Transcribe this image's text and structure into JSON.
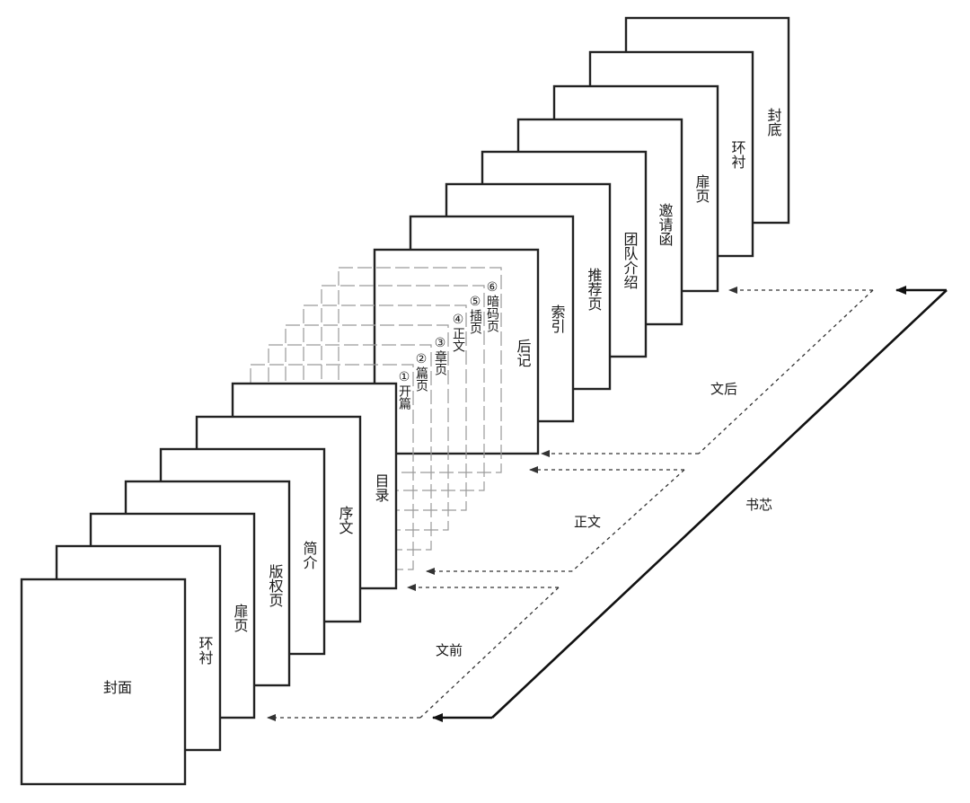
{
  "pages": {
    "front_cover": "封面",
    "front_endpaper": "环衬",
    "front_flyleaf": "扉页",
    "copyright": "版权页",
    "synopsis": "简介",
    "preface": "序文",
    "toc": "目录",
    "afterword": "后记",
    "index": "索引",
    "recommendation": "推荐页",
    "team_intro": "团队介绍",
    "invitation": "邀请函",
    "back_flyleaf": "扉页",
    "back_endpaper": "环衬",
    "back_cover": "封底"
  },
  "body_pages": {
    "opening": "①开篇",
    "part": "②篇页",
    "chapter": "③章页",
    "text": "④正文",
    "insert": "⑤插页",
    "hidden_code": "⑥暗码页"
  },
  "sections": {
    "front_matter": "文前",
    "main_body": "正文",
    "back_matter": "文后",
    "book_block": "书芯"
  }
}
